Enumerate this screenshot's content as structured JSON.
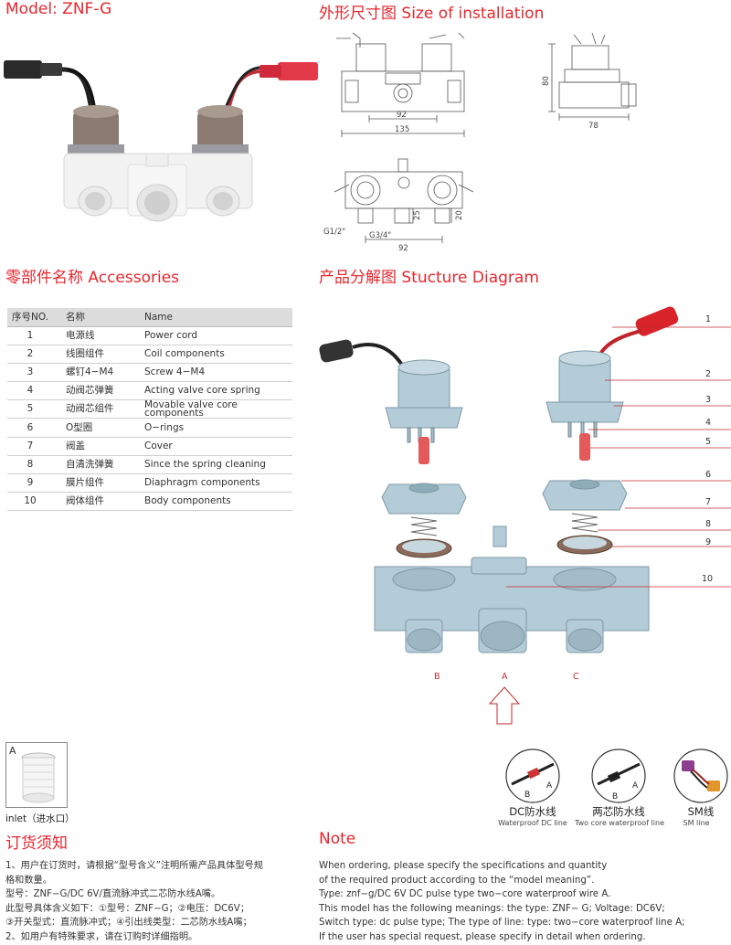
{
  "headings": {
    "model": "Model: ZNF-G",
    "size": "外形尺寸图 Size of installation",
    "accessories": "零部件名称 Accessories",
    "structure": "产品分解图 Stucture Diagram",
    "order_cn": "订货须知",
    "note": "Note"
  },
  "dimensions": {
    "front_inner": "92",
    "front_total": "135",
    "side_height": "80",
    "side_width": "78",
    "top_thread_small": "G1/2\"",
    "top_thread_big": "G3/4\"",
    "top_width": "92",
    "top_h1": "25",
    "top_h2": "20"
  },
  "accessories": {
    "headers": [
      "序号NO.",
      "名称",
      "Name"
    ],
    "rows": [
      [
        "1",
        "电源线",
        "Power cord"
      ],
      [
        "2",
        "线圈组件",
        "Coil components"
      ],
      [
        "3",
        "螺钉4−M4",
        "Screw 4−M4"
      ],
      [
        "4",
        "动阀芯弹簧",
        "Acting valve core spring"
      ],
      [
        "5",
        "动阀芯组件",
        "Movable valve core components"
      ],
      [
        "6",
        "O型圈",
        "O−rings"
      ],
      [
        "7",
        "阀盖",
        "Cover"
      ],
      [
        "8",
        "自清洗弹簧",
        "Since the spring cleaning"
      ],
      [
        "9",
        "膜片组件",
        "Diaphragm components"
      ],
      [
        "10",
        "阀体组件",
        "Body components"
      ]
    ]
  },
  "structure": {
    "callouts": [
      "1",
      "2",
      "3",
      "4",
      "5",
      "6",
      "7",
      "8",
      "9",
      "10"
    ],
    "ports": [
      "B",
      "A",
      "C"
    ]
  },
  "inlet": {
    "letter": "A",
    "caption": "inlet（进水口）"
  },
  "wires": [
    {
      "cn": "DC防水线",
      "en": "Waterproof DC line",
      "labels": [
        "B",
        "A"
      ]
    },
    {
      "cn": "两芯防水线",
      "en": "Two core waterproof line",
      "labels": [
        "B",
        "A"
      ]
    },
    {
      "cn": "SM线",
      "en": "SM line",
      "labels": []
    }
  ],
  "order_cn_lines": [
    "1、用户在订货时，请根据“型号含义”注明所需产品具体型号规",
    "格和数量。",
    "型号：ZNF−G/DC 6V/直流脉冲式二芯防水线A嘴。",
    "此型号具体含义如下：①型号：ZNF−G；②电压：DC6V；",
    "③开关型式：直流脉冲式；④引出线类型：二芯防水线A嘴；",
    "2、如用户有特殊要求，请在订购时详细指明。"
  ],
  "note_lines": [
    "When ordering, please specify the specifications and quantity",
    "of the required product according to the “model meaning”.",
    "Type: znf−g/DC 6V DC  pulse type two−core waterproof wire A.",
    "This model has the following meanings: the type: ZNF− G; Voltage: DC6V;",
    "Switch type: dc pulse type; The type of line: type: two−core waterproof line A;",
    "If the user has special request, please specify in detail when ordering."
  ],
  "colors": {
    "heading_red": "#e6262d",
    "part_blue": "#b4ccd8",
    "wire_red": "#d8232a"
  }
}
